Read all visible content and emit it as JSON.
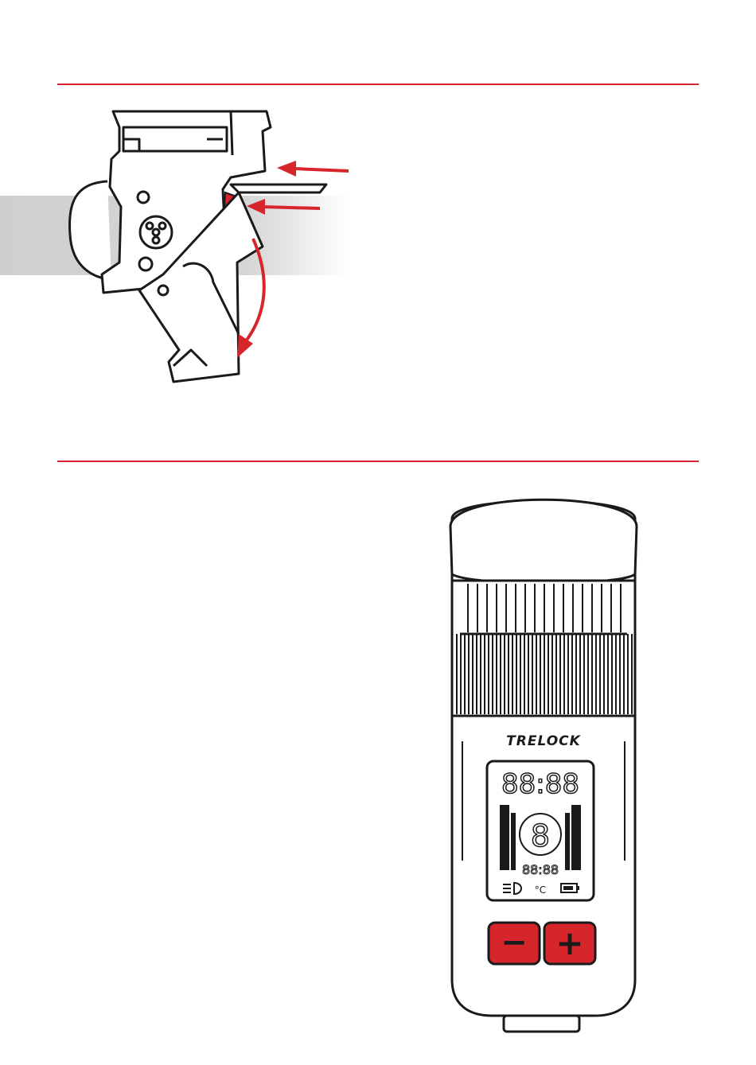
{
  "colors": {
    "accent": "#d7262b",
    "button_red": "#d7262b",
    "ink": "#1a1a1a",
    "bar_grey": "#cfcfcf"
  },
  "mount": {
    "arrow_color": "#d7262b"
  },
  "lamp": {
    "brand": "TRELOCK",
    "display": {
      "clock": "88:88",
      "digit": "8",
      "small_readout": "88:88",
      "temp_unit": "°C",
      "icons": [
        "headlight-icon",
        "temperature-icon",
        "battery-icon"
      ]
    },
    "buttons": {
      "minus_label": "−",
      "plus_label": "+"
    }
  }
}
